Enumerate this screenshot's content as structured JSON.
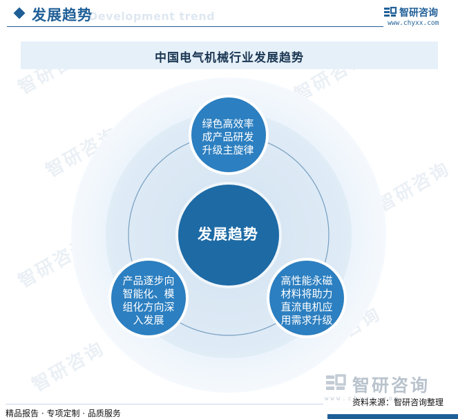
{
  "header": {
    "title": "发展趋势",
    "subtitle": "Development trend"
  },
  "brand": {
    "name": "智研咨询",
    "url": "www.chyxx.com"
  },
  "chart_title": "中国电气机械行业发展趋势",
  "diagram": {
    "center": "发展趋势",
    "nodes": [
      {
        "lines": [
          "绿色高效率",
          "成产品研发",
          "升级主旋律"
        ]
      },
      {
        "lines": [
          "产品逐步向",
          "智能化、模",
          "组化方向深",
          "入发展"
        ]
      },
      {
        "lines": [
          "高性能永磁",
          "材料将助力",
          "直流电机应",
          "用需求升级"
        ]
      }
    ]
  },
  "watermark": {
    "text": "智研咨询"
  },
  "footer": {
    "left": "精品报告 · 专项定制 · 品质服务",
    "source": "资料来源：智研咨询整理",
    "brand_name": "智研咨询",
    "url_faint": "www.chyxx.com"
  },
  "colors": {
    "primary": "#1f5f97",
    "node_fill": "#2c7fc0",
    "center_fill": "#1d6aa5",
    "ring_light": "#e9f2fa",
    "ring_mid": "#dbe8f5"
  }
}
